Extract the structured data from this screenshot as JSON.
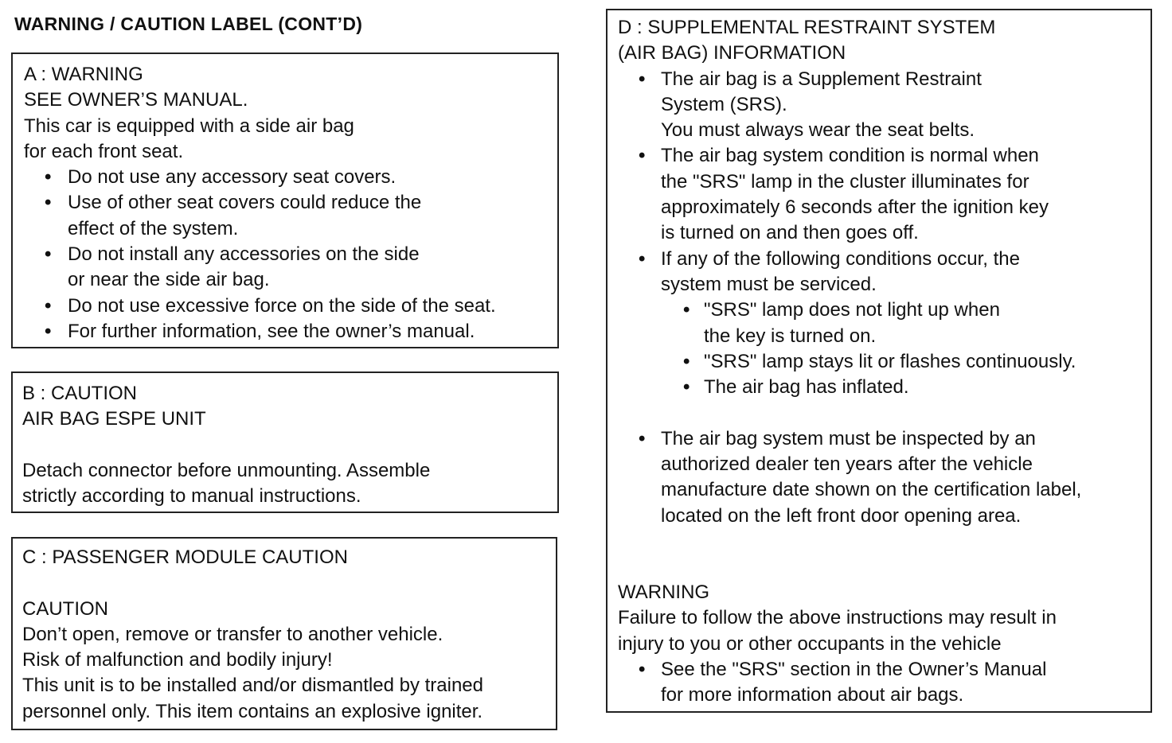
{
  "heading": "WARNING / CAUTION LABEL (CONT’D)",
  "box_a": {
    "title": "A : WARNING",
    "lines": [
      "SEE OWNER’S MANUAL.",
      "This car is equipped with a side air bag",
      "for each front seat."
    ],
    "bullets": [
      [
        "Do not use any accessory seat covers."
      ],
      [
        "Use of other seat covers could reduce the",
        "effect of the system."
      ],
      [
        "Do not install any accessories on the side",
        "or near the side air bag."
      ],
      [
        "Do not use excessive force on the side of the seat."
      ],
      [
        "For further information, see the owner’s manual."
      ]
    ]
  },
  "box_b": {
    "title": "B : CAUTION",
    "subtitle": "AIR BAG ESPE UNIT",
    "lines": [
      "Detach connector before unmounting.  Assemble",
      "strictly according to manual instructions."
    ]
  },
  "box_c": {
    "title": "C : PASSENGER MODULE CAUTION",
    "caution": "CAUTION",
    "lines": [
      "Don’t open, remove or transfer to another vehicle.",
      "Risk of malfunction and bodily injury!",
      "This unit is to be installed and/or dismantled by trained",
      "personnel only. This item contains an explosive igniter."
    ]
  },
  "box_d": {
    "title_lines": [
      "D : SUPPLEMENTAL RESTRAINT SYSTEM",
      "(AIR BAG) INFORMATION"
    ],
    "bullet1": [
      "The air bag is a Supplement Restraint",
      "System (SRS).",
      "You must always wear the seat belts."
    ],
    "bullet2": [
      "The air bag system condition is normal when",
      "the \"SRS\" lamp in the cluster illuminates for",
      "approximately 6 seconds after the ignition key",
      "is turned on and then goes off."
    ],
    "bullet3": [
      "If any of the following conditions occur, the",
      "system must be serviced."
    ],
    "sub_bullets": [
      [
        "\"SRS\" lamp does not light up when",
        "the key is turned on."
      ],
      [
        "\"SRS\" lamp stays lit or flashes continuously."
      ],
      [
        "The air bag has inflated."
      ]
    ],
    "bullet4": [
      "The air bag system must be inspected by an",
      "authorized dealer ten years after the vehicle",
      "manufacture date shown on the certification label,",
      "located on the left front door opening area."
    ],
    "warning_title": "WARNING",
    "warning_lines": [
      "Failure to follow the above instructions may result in",
      "injury to you or other occupants in the vehicle"
    ],
    "warning_bullet": [
      "See the \"SRS\" section in the Owner’s Manual",
      "for more information about air bags."
    ]
  }
}
